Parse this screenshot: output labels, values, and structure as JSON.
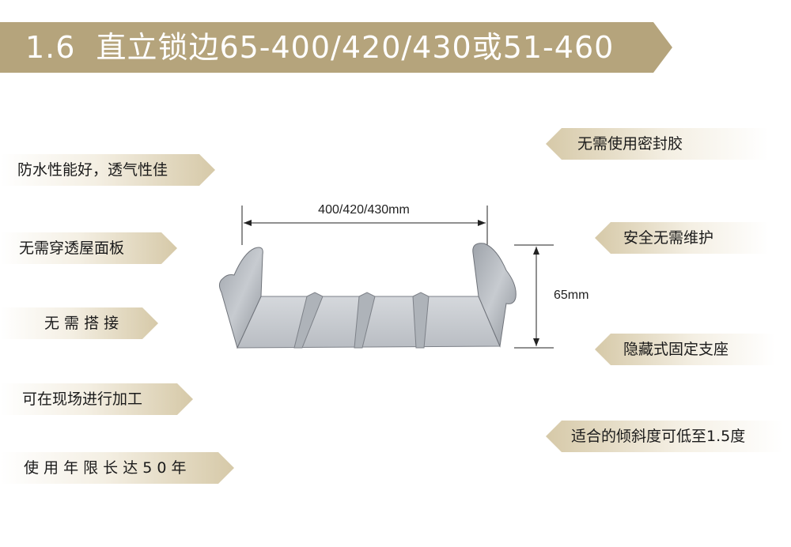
{
  "header": {
    "number": "1.6",
    "title": "直立锁边65-400/420/430或51-460"
  },
  "left_tags": [
    {
      "label": "防水性能好，透气性佳"
    },
    {
      "label": "无需穿透屋面板"
    },
    {
      "label": "无 需 搭 接"
    },
    {
      "label": "可在现场进行加工"
    },
    {
      "label": "使 用 年 限 长 达 5 0 年"
    }
  ],
  "right_tags": [
    {
      "label": "无需使用密封胶"
    },
    {
      "label": "安全无需维护"
    },
    {
      "label": "隐藏式固定支座"
    },
    {
      "label": "适合的倾斜度可低至1.5度"
    }
  ],
  "diagram": {
    "width_label": "400/420/430mm",
    "height_label": "65mm"
  },
  "colors": {
    "header_gold": "#b5a47c",
    "tag_fade": "#d8ccae",
    "panel_gray": "#a6abb2"
  }
}
